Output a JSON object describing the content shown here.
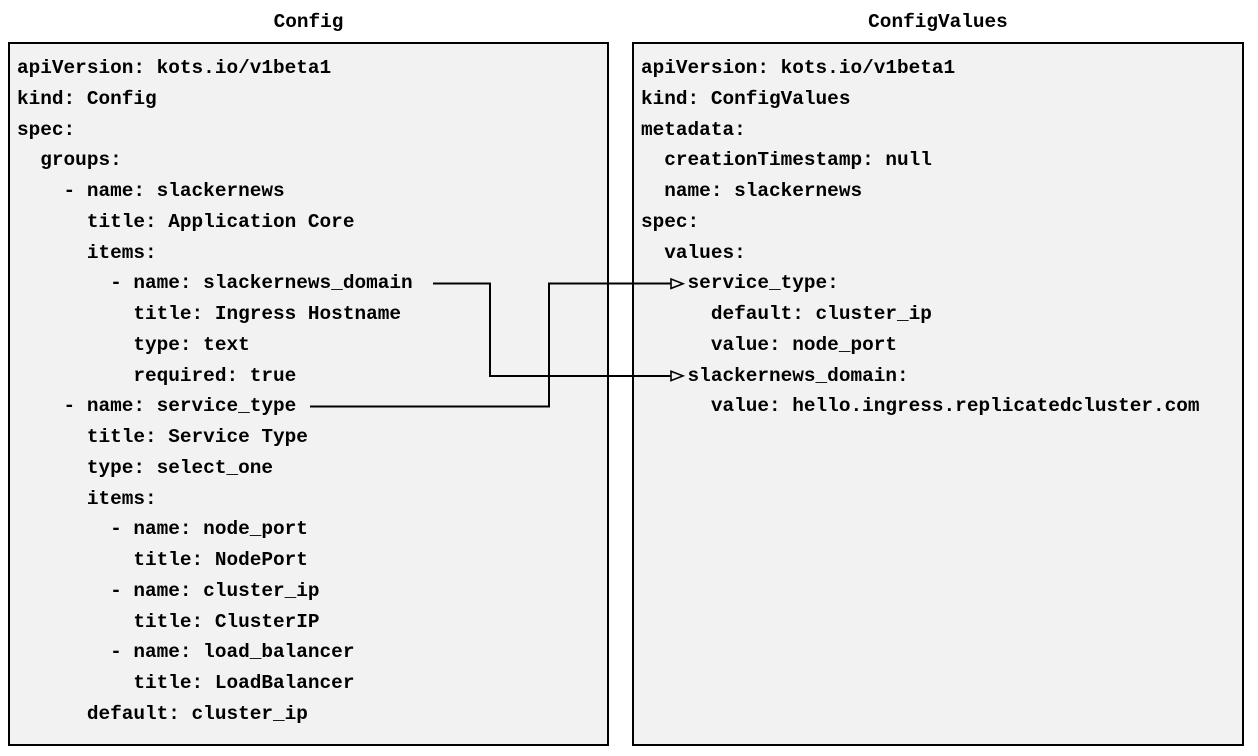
{
  "diagram": {
    "left_panel": {
      "title": "Config",
      "yaml_lines": [
        "apiVersion: kots.io/v1beta1",
        "kind: Config",
        "spec:",
        "  groups:",
        "    - name: slackernews",
        "      title: Application Core",
        "      items:",
        "        - name: slackernews_domain",
        "          title: Ingress Hostname",
        "          type: text",
        "          required: true",
        "    - name: service_type",
        "      title: Service Type",
        "      type: select_one",
        "      items:",
        "        - name: node_port",
        "          title: NodePort",
        "        - name: cluster_ip",
        "          title: ClusterIP",
        "        - name: load_balancer",
        "          title: LoadBalancer",
        "      default: cluster_ip"
      ]
    },
    "right_panel": {
      "title": "ConfigValues",
      "yaml_lines": [
        "apiVersion: kots.io/v1beta1",
        "kind: ConfigValues",
        "metadata:",
        "  creationTimestamp: null",
        "  name: slackernews",
        "spec:",
        "  values:",
        "    service_type:",
        "      default: cluster_ip",
        "      value: node_port",
        "    slackernews_domain:",
        "      value: hello.ingress.replicatedcluster.com"
      ]
    },
    "connectors": [
      {
        "from": "slackernews_domain",
        "to": "slackernews_domain:"
      },
      {
        "from": "service_type",
        "to": "service_type:"
      }
    ],
    "colors": {
      "panel_fill": "#f2f2f2",
      "panel_border": "#000000",
      "text": "#000000",
      "arrow": "#000000",
      "page_background": "#ffffff"
    }
  }
}
